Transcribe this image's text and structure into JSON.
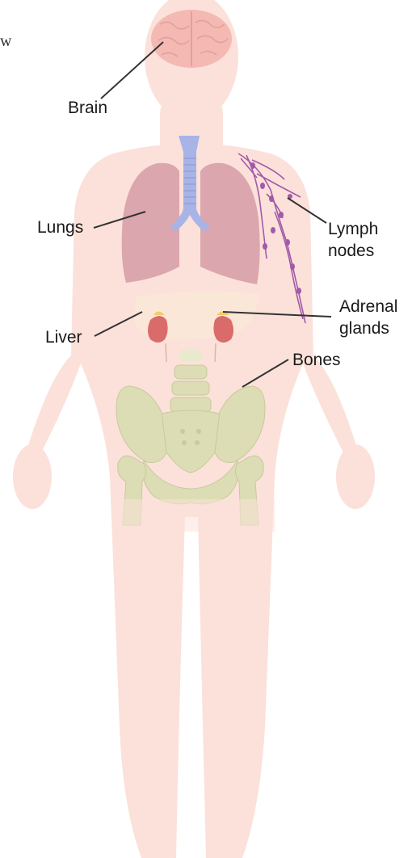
{
  "corner_text": "w",
  "labels": {
    "brain": "Brain",
    "lungs": "Lungs",
    "lymph_line1": "Lymph",
    "lymph_line2": "nodes",
    "adrenal_line1": "Adrenal",
    "adrenal_line2": "glands",
    "liver": "Liver",
    "bones": "Bones"
  },
  "colors": {
    "skin": "#fbe1da",
    "brain": "#f4b9b3",
    "lungs": "#dba6ae",
    "trachea": "#a8b4e6",
    "liver": "#fbe7d8",
    "kidney": "#d96c6a",
    "adrenal": "#f1cf6a",
    "lymph": "#a35aa8",
    "bone": "#dcddb4",
    "leader": "#333333"
  }
}
